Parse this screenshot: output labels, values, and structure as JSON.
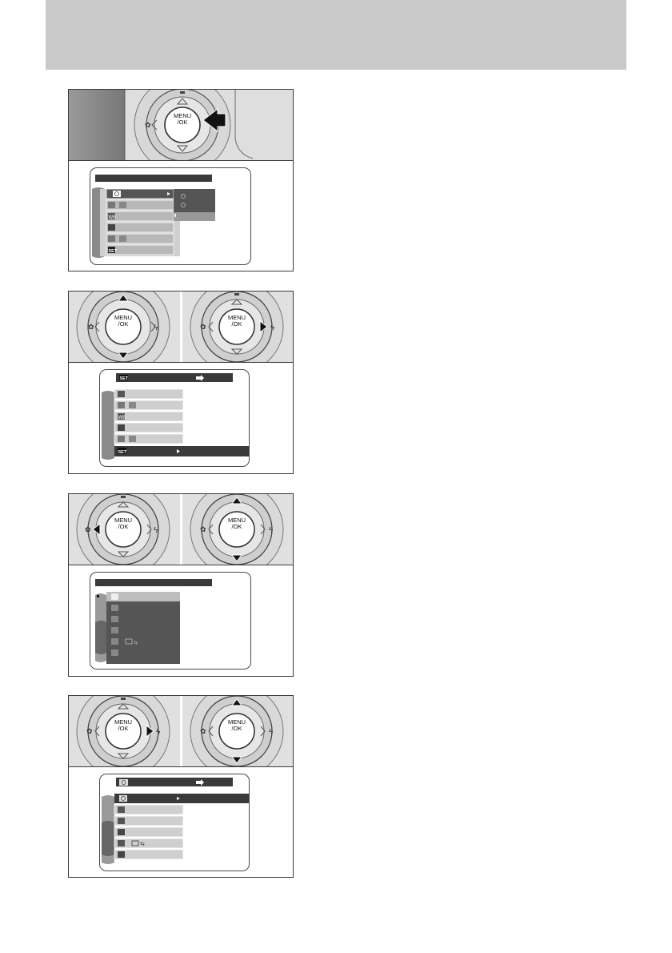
{
  "page": {
    "header_band_color": "#c9c9c9",
    "arrow_color": "#111111"
  },
  "figures": [
    {
      "label": "step-1",
      "button_text": [
        "MENU",
        "/OK"
      ],
      "press_arrow": "left-pointing press arrow",
      "menu_icons": [
        "timer-icon",
        "quality-icon",
        "white-balance-icon",
        "brightness-icon",
        "flash-icon",
        "set-icon"
      ],
      "badge": "SET",
      "wb_text": "WB"
    },
    {
      "label": "step-2",
      "button_text": [
        "MENU",
        "/OK"
      ],
      "badge": "SET",
      "wb_text": "WB"
    },
    {
      "label": "step-3",
      "button_text": [
        "MENU",
        "/OK"
      ]
    },
    {
      "label": "step-4",
      "button_text": [
        "MENU",
        "/OK"
      ]
    }
  ]
}
